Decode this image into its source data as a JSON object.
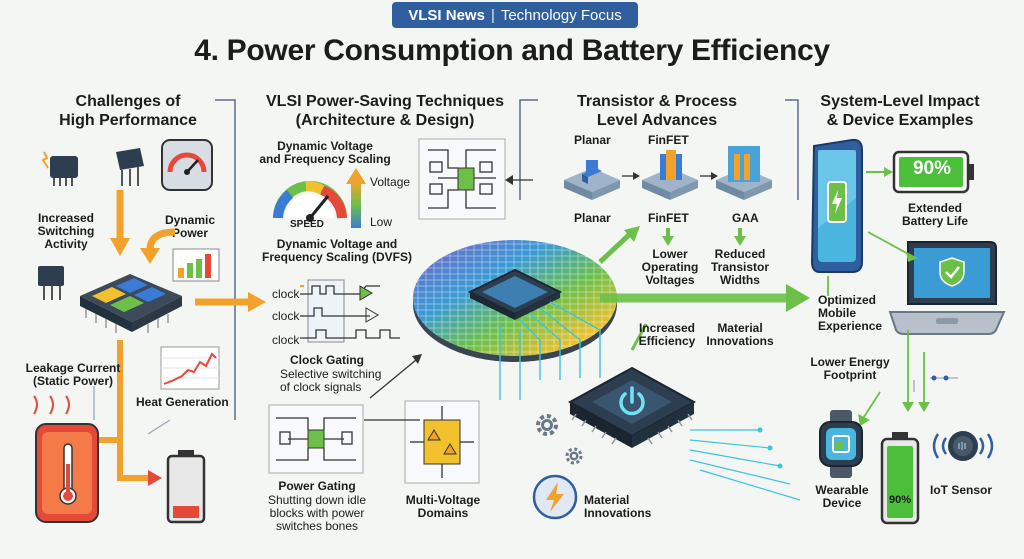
{
  "badge": {
    "brand": "VLSI News",
    "separator": "|",
    "topic": "Technology Focus"
  },
  "title": "4. Power Consumption and Battery Efficiency",
  "columns": {
    "challenges": {
      "heading_1": "Challenges of",
      "heading_2": "High Performance",
      "switching_1": "Increased",
      "switching_2": "Switching",
      "switching_3": "Activity",
      "dynamic_1": "Dynamic",
      "dynamic_2": "Power",
      "leakage_1": "Leakage Current",
      "leakage_2": "(Static Power)",
      "heat": "Heat Generation"
    },
    "techniques": {
      "heading_1": "VLSI Power-Saving Techniques",
      "heading_2": "(Architecture & Design)",
      "dvfs_top_1": "Dynamic Voltage",
      "dvfs_top_2": "and Frequency Scaling",
      "gauge_label": "SPEED",
      "voltage": "Voltage",
      "low": "Low",
      "dvfs_1": "Dynamic Voltage and",
      "dvfs_2": "Frequency Scaling (DVFS)",
      "clock": "clock",
      "clock_gating": "Clock Gating",
      "clock_desc_1": "Selective switching",
      "clock_desc_2": "of clock signals",
      "power_gating": "Power Gating",
      "power_desc_1": "Shutting down idle",
      "power_desc_2": "blocks with power",
      "power_desc_3": "switches bones",
      "multi_1": "Multi-Voltage",
      "multi_2": "Domains"
    },
    "process": {
      "heading_1": "Transistor & Process",
      "heading_2": "Level Advances",
      "planar_top": "Planar",
      "finfet_top": "FinFET",
      "planar": "Planar",
      "finfet": "FinFET",
      "gaa": "GAA",
      "lower_1": "Lower",
      "lower_2": "Operating",
      "lower_3": "Voltages",
      "reduced_1": "Reduced",
      "reduced_2": "Transistor",
      "reduced_3": "Widths",
      "eff_1": "Increased",
      "eff_2": "Efficiency",
      "mat_1": "Material",
      "mat_2": "Innovations",
      "mat_b_1": "Material",
      "mat_b_2": "Innovations"
    },
    "system": {
      "heading_1": "System-Level Impact",
      "heading_2": "& Device Examples",
      "battery_pct": "90%",
      "ext_1": "Extended",
      "ext_2": "Battery Life",
      "mobile_1": "Optimized",
      "mobile_2": "Mobile",
      "mobile_3": "Experience",
      "energy_1": "Lower Energy",
      "energy_2": "Footprint",
      "wear_1": "Wearable",
      "wear_2": "Device",
      "battery_pct_2": "90%",
      "iot": "IoT Sensor"
    }
  },
  "colors": {
    "badge": "#2f5f9e",
    "arrow_orange": "#f2a22a",
    "arrow_green": "#6cc04a",
    "chip_dark": "#2c3e50",
    "battery_green": "#4cbf3a",
    "alert_red": "#e5493a",
    "circuit_blue": "#3a7bd5"
  },
  "icons": [
    "thermometer-icon",
    "battery-low-icon",
    "power-icon",
    "lightning-icon",
    "gear-icon",
    "phone-icon",
    "laptop-icon",
    "smartwatch-icon",
    "iot-sensor-icon",
    "shield-check-icon"
  ]
}
